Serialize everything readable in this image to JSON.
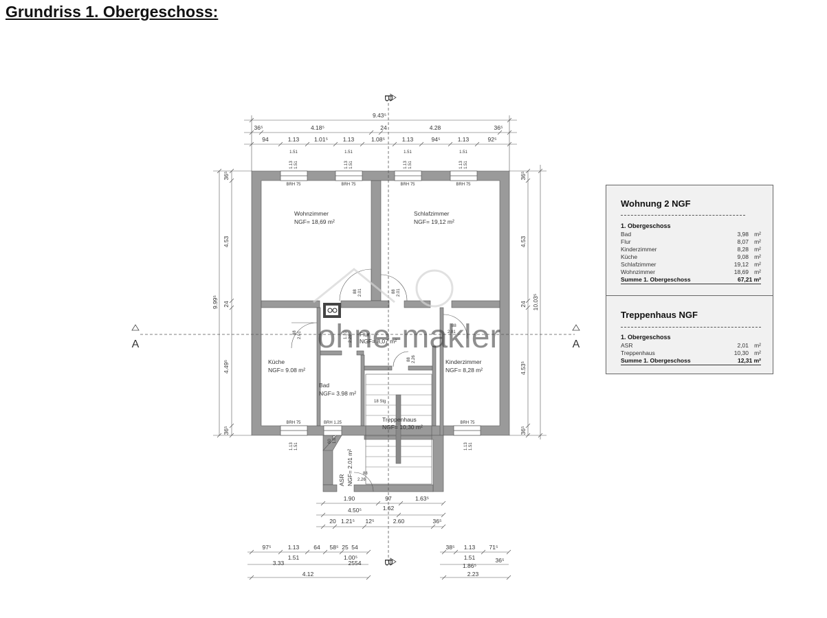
{
  "title": "Grundriss 1. Obergeschoss:",
  "watermark": "ohne-makler",
  "axis": {
    "a": "A",
    "b": "B"
  },
  "rooms": {
    "wohnzimmer": {
      "name": "Wohnzimmer",
      "ngf": "NGF= 18,69 m²"
    },
    "schlafzimmer": {
      "name": "Schlafzimmer",
      "ngf": "NGF= 19,12 m²"
    },
    "kueche": {
      "name": "Küche",
      "ngf": "NGF= 9.08 m²"
    },
    "kinderzimmer": {
      "name": "Kinderzimmer",
      "ngf": "NGF= 8,28 m²"
    },
    "flur": {
      "name": "Flur",
      "ngf": "NGF= 8,07 m²"
    },
    "bad": {
      "name": "Bad",
      "ngf": "NGF= 3.98 m²"
    },
    "treppenhaus": {
      "name": "Treppenhaus",
      "ngf": "NGF= 10,30 m²"
    },
    "asr": {
      "name": "ASR",
      "ngf": "NGF= 2.01 m²"
    }
  },
  "window_labels": {
    "brh75": "BRH 75",
    "brh125": "BRH 1.25",
    "steps": "18 Stg"
  },
  "dims_top": {
    "overall": "9.43⁵",
    "row2": [
      "36⁵",
      "4.18⁵",
      "24",
      "4.28",
      "36⁵"
    ],
    "row3": [
      "94",
      "1.13",
      "1.01⁵",
      "1.13",
      "1.08⁵",
      "1.13",
      "94⁵",
      "1.13",
      "92⁵"
    ],
    "window": [
      "1.51",
      "1.13"
    ]
  },
  "dims_left": {
    "overall": "9.99⁵",
    "parts": [
      "36⁵",
      "4.53",
      "24",
      "4.49⁵",
      "36⁵"
    ]
  },
  "dims_right": {
    "overall": "10.03⁵",
    "parts": [
      "36⁵",
      "4.53",
      "24",
      "4.53⁵",
      "36⁵"
    ]
  },
  "dims_bottom_center": {
    "row1": [
      "1.90",
      "97",
      "1.63⁵"
    ],
    "row2": [
      "4.50⁵",
      "1.62"
    ],
    "row3": [
      "20",
      "1.21⁵",
      "12⁵",
      "2.60",
      "36⁵"
    ]
  },
  "dims_bottom_left": {
    "row1": [
      "97⁵",
      "1.13",
      "64",
      "58⁵",
      "25",
      "54"
    ],
    "row2": [
      "1.51",
      "1.00⁵"
    ],
    "row3": [
      "3.33",
      "2554"
    ],
    "row4": [
      "4.12"
    ]
  },
  "dims_bottom_right": {
    "row1": [
      "38⁵",
      "1.13",
      "71⁵"
    ],
    "row2": [
      "1.51"
    ],
    "row3": [
      "1.86⁵",
      "36⁵"
    ],
    "row4": [
      "2.23"
    ]
  },
  "door_dims": [
    "88",
    "2.01",
    "88",
    "2.01",
    "88",
    "2.01",
    "1.10",
    "2.26",
    "88",
    "2.26",
    "88",
    "2.01",
    "88",
    "2.01",
    "60",
    "1.00",
    "88",
    "2.26"
  ],
  "wohnung": {
    "title": "Wohnung 2 NGF",
    "floor": "1. Obergeschoss",
    "rows": [
      {
        "name": "Bad",
        "value": "3,98",
        "unit": "m²"
      },
      {
        "name": "Flur",
        "value": "8,07",
        "unit": "m²"
      },
      {
        "name": "Kinderzimmer",
        "value": "8,28",
        "unit": "m²"
      },
      {
        "name": "Küche",
        "value": "9,08",
        "unit": "m²"
      },
      {
        "name": "Schlafzimmer",
        "value": "19,12",
        "unit": "m²"
      },
      {
        "name": "Wohnzimmer",
        "value": "18,69",
        "unit": "m²"
      }
    ],
    "total": {
      "name": "Summe 1. Obergeschoss",
      "value": "67,21 m²"
    }
  },
  "treppenhaus_ngf": {
    "title": "Treppenhaus NGF",
    "floor": "1. Obergeschoss",
    "rows": [
      {
        "name": "ASR",
        "value": "2,01",
        "unit": "m²"
      },
      {
        "name": "Treppenhaus",
        "value": "10,30",
        "unit": "m²"
      }
    ],
    "total": {
      "name": "Summe 1. Obergeschoss",
      "value": "12,31 m²"
    }
  }
}
